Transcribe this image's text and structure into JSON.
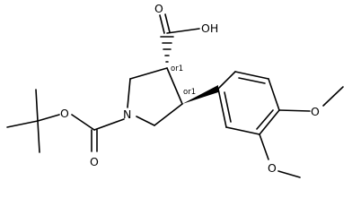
{
  "molecule": {
    "atom_labels": {
      "acid_o": "O",
      "acid_oh": "OH",
      "ring_n": "N",
      "boc_ester_o": "O",
      "boc_carbonyl_o": "O",
      "methoxy_o_1": "O",
      "methoxy_o_2": "O"
    },
    "stereo_labels": {
      "c3": "or1",
      "c4": "or1"
    }
  }
}
